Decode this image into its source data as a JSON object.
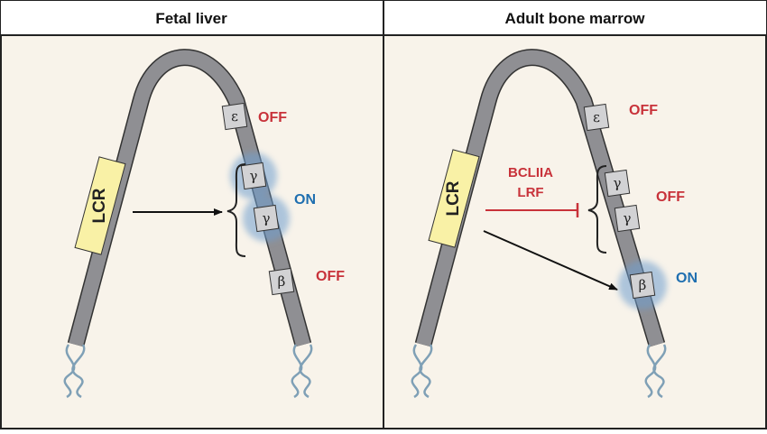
{
  "panels": [
    {
      "title": "Fetal liver",
      "lcr": "LCR",
      "genes": [
        "ε",
        "γ",
        "γ",
        "β"
      ],
      "states": {
        "epsilon": "OFF",
        "gamma": "ON",
        "beta": "OFF"
      }
    },
    {
      "title": "Adult bone marrow",
      "lcr": "LCR",
      "genes": [
        "ε",
        "γ",
        "γ",
        "β"
      ],
      "states": {
        "epsilon": "OFF",
        "gamma": "OFF",
        "beta": "ON"
      },
      "repressors": [
        "BCLIIA",
        "LRF"
      ]
    }
  ],
  "colors": {
    "panel_bg": "#f8f3ea",
    "border": "#222222",
    "chromatin": "#8f8f93",
    "lcr_fill": "#f9f1a6",
    "gene_box": "#d2d2d4",
    "glow": "#6f9fcf",
    "off_text": "#c8323a",
    "on_text": "#1f6fb0",
    "repressor": "#c8323a",
    "arrow": "#111111",
    "dna": "#7fa0b6"
  }
}
